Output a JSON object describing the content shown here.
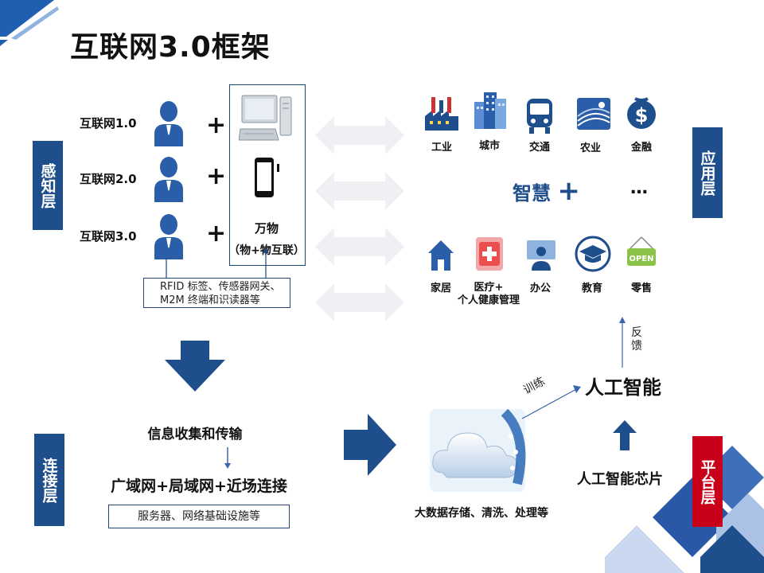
{
  "title": "互联网3.0框架",
  "layers": {
    "perception": "感知层",
    "connection": "连接层",
    "application": "应用层",
    "platform": "平台层"
  },
  "perception": {
    "rows": [
      {
        "label": "互联网1.0",
        "plus": "+"
      },
      {
        "label": "互联网2.0",
        "plus": "+"
      },
      {
        "label": "互联网3.0",
        "plus": "+"
      }
    ],
    "things_title": "万物",
    "things_sub": "（物+物互联）",
    "devices_line1": "RFID 标签、传感器网关、",
    "devices_line2": "M2M 终端和识读器等"
  },
  "connection": {
    "collect": "信息收集和传输",
    "network": "广域网+局域网+近场连接",
    "infra": "服务器、网络基础设施等"
  },
  "application": {
    "top_icons": [
      {
        "label": "工业",
        "icon": "factory-icon"
      },
      {
        "label": "城市",
        "icon": "city-icon"
      },
      {
        "label": "交通",
        "icon": "bus-icon"
      },
      {
        "label": "农业",
        "icon": "farm-icon"
      },
      {
        "label": "金融",
        "icon": "money-icon"
      }
    ],
    "smart": "智慧",
    "smart_plus": "+",
    "ellipsis": "…",
    "bottom_icons": [
      {
        "label": "家居",
        "icon": "house-icon"
      },
      {
        "label": "医疗+",
        "label2": "个人健康管理",
        "icon": "medical-kit-icon"
      },
      {
        "label": "办公",
        "icon": "office-icon"
      },
      {
        "label": "教育",
        "icon": "graduation-cap-icon"
      },
      {
        "label": "零售",
        "icon": "open-sign-icon"
      }
    ]
  },
  "platform": {
    "feedback": "反馈",
    "train": "训练",
    "ai": "人工智能",
    "ai_chip": "人工智能芯片",
    "bigdata": "大数据存储、清洗、处理等"
  },
  "colors": {
    "navy": "#1f4e8c",
    "red": "#c8001a",
    "icon_blue": "#2a5ea8"
  }
}
